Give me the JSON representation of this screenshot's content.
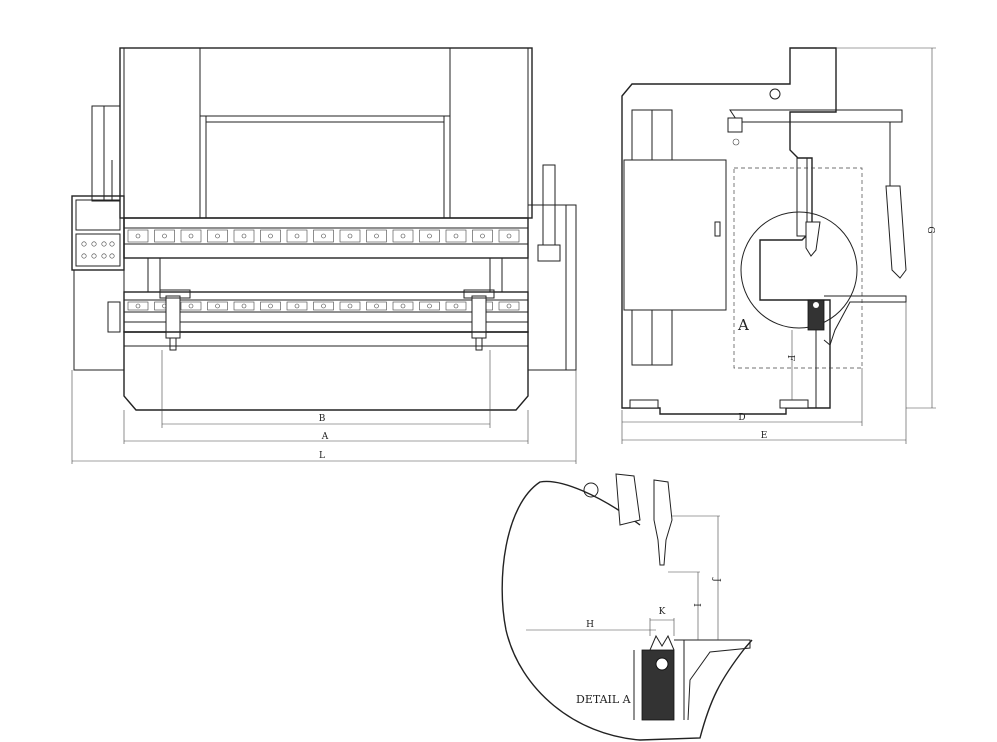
{
  "front_view": {
    "dimensions": {
      "b": "B",
      "a": "A",
      "l": "L"
    }
  },
  "side_view": {
    "detail_marker": "A",
    "dimensions": {
      "d": "D",
      "e": "E",
      "f": "F",
      "g": "G"
    }
  },
  "detail_view": {
    "title": "DETAIL A",
    "dimensions": {
      "h": "H",
      "i": "I",
      "j": "J",
      "k": "K"
    }
  }
}
